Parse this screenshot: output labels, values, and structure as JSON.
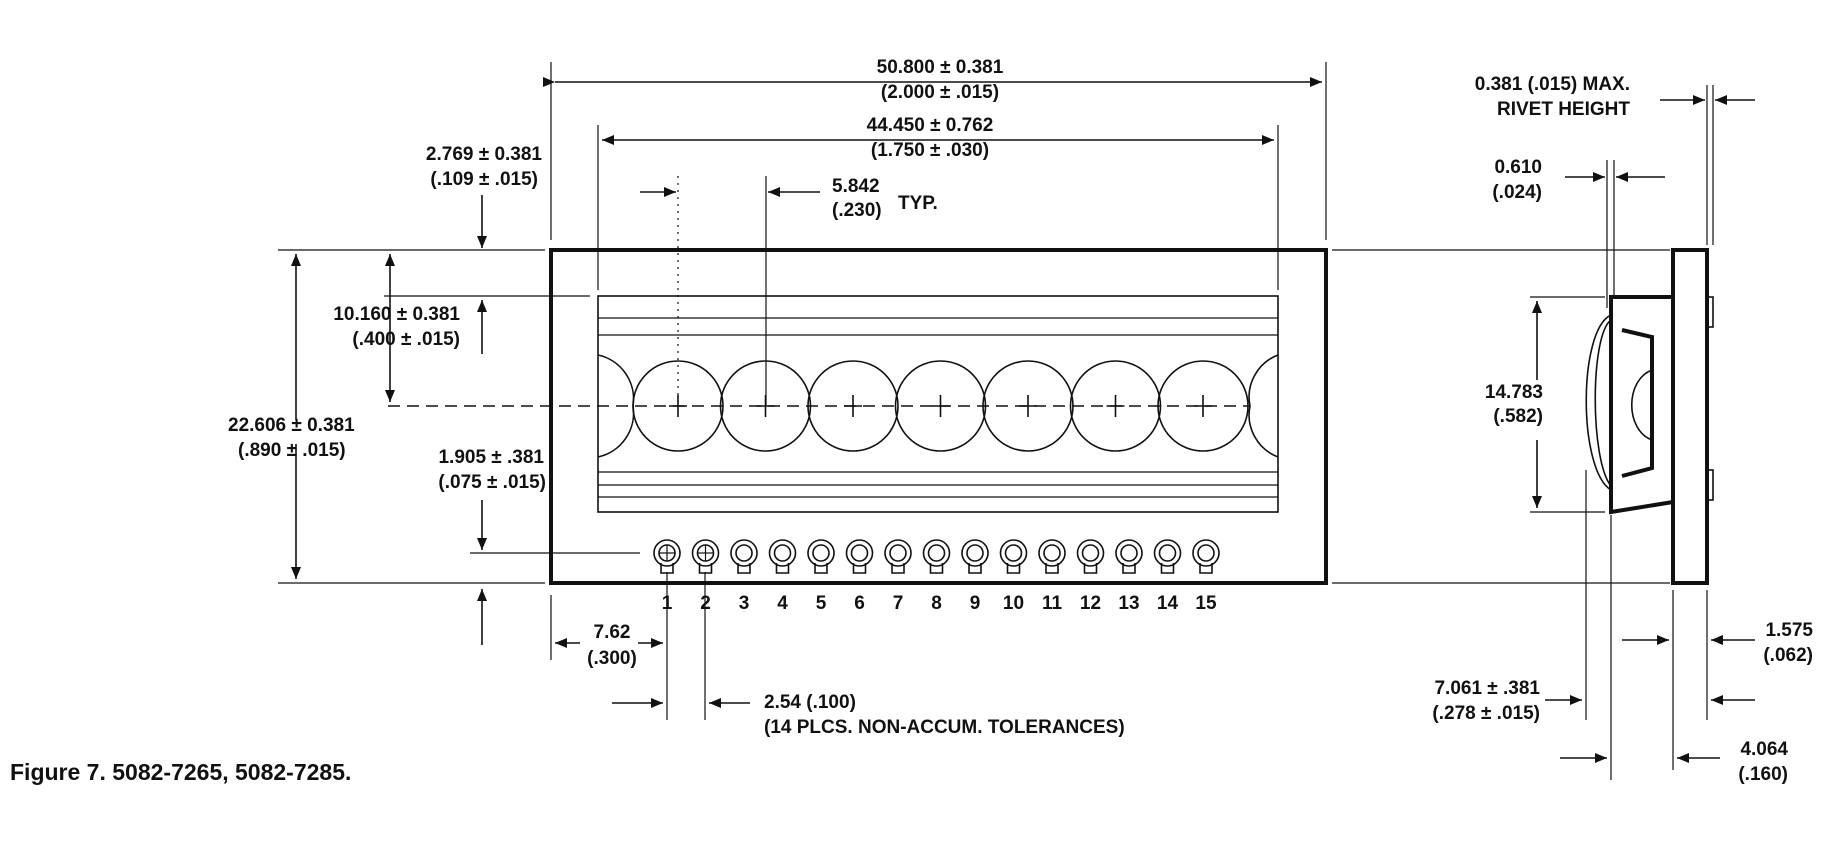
{
  "figure": {
    "caption": "Figure 7.  5082-7265, 5082-7285."
  },
  "dimensions": {
    "overall_length": {
      "mm": "50.800 ± 0.381",
      "in": "(2.000 ±  .015)"
    },
    "window_length": {
      "mm": "44.450 ± 0.762",
      "in": "(1.750 ±  .030)"
    },
    "top_offset": {
      "mm": "2.769 ± 0.381",
      "in": "(.109 ±  .015)"
    },
    "digit_pitch": {
      "mm": "5.842",
      "in": "(.230)",
      "suffix": "TYP."
    },
    "window_to_center": {
      "mm": "10.160 ± 0.381",
      "in": "(.400 ±  .015)"
    },
    "overall_height": {
      "mm": "22.606 ± 0.381",
      "in": "(.890 ±  .015)"
    },
    "pin_offset": {
      "mm": "1.905 ±  .381",
      "in": "(.075 ± .015)"
    },
    "first_pin": {
      "mm": "7.62",
      "in": "(.300)"
    },
    "pin_pitch": {
      "mm": "2.54  (.100)",
      "note": "(14 PLCS. NON-ACCUM. TOLERANCES)"
    },
    "rivet_height": {
      "line1": "0.381 (.015) MAX.",
      "line2": "RIVET HEIGHT"
    },
    "lens_offset": {
      "mm": "0.610",
      "in": "(.024)"
    },
    "lens_height": {
      "mm": "14.783",
      "in": "(.582)"
    },
    "board_thickness": {
      "mm": "1.575",
      "in": "(.062)"
    },
    "side_depth": {
      "mm": "7.061 ± .381",
      "in": "(.278 ± .015)"
    },
    "total_depth": {
      "mm": "4.064",
      "in": "(.160)"
    }
  },
  "pins": [
    "1",
    "2",
    "3",
    "4",
    "5",
    "6",
    "7",
    "8",
    "9",
    "10",
    "11",
    "12",
    "13",
    "14",
    "15"
  ],
  "digit_count": 7
}
